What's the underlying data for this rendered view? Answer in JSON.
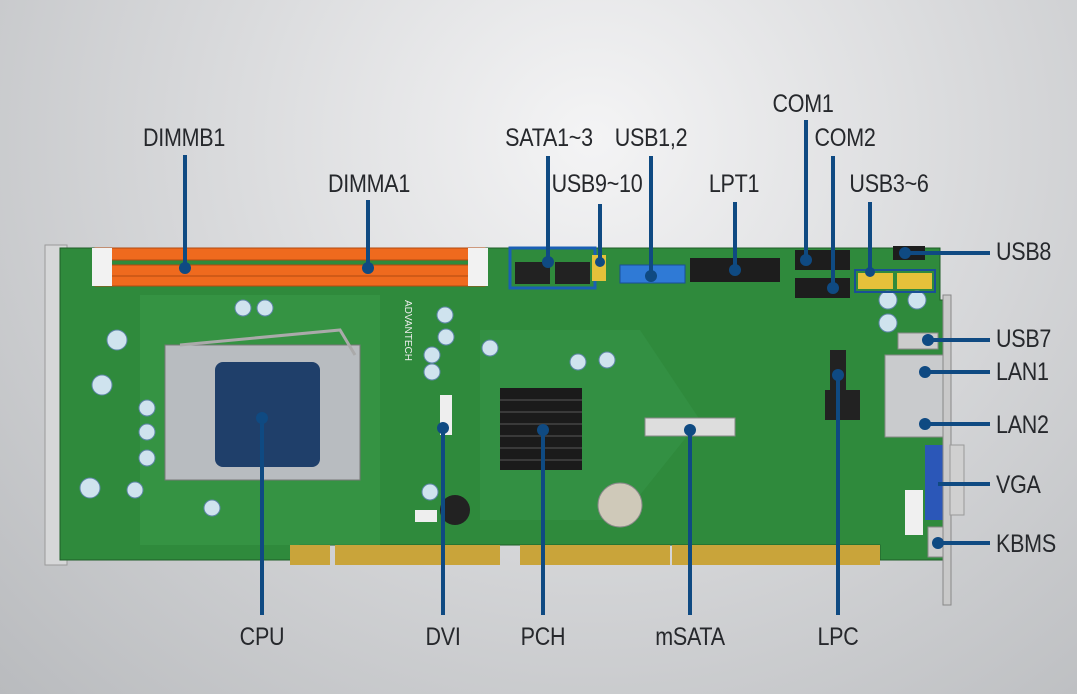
{
  "title": "Motherboard connector layout",
  "board_brand": "ADVANTECH",
  "colors": {
    "callout_line": "#0f4a82",
    "pcb": "#2f8a3c",
    "dimm": "#ef6a1e",
    "gold": "#c9a43a"
  },
  "top_labels": [
    {
      "id": "dimmb1",
      "text": "DIMMB1"
    },
    {
      "id": "dimma1",
      "text": "DIMMA1"
    },
    {
      "id": "sata",
      "text": "SATA1~3"
    },
    {
      "id": "usb12",
      "text": "USB1,2"
    },
    {
      "id": "usb910",
      "text": "USB9~10"
    },
    {
      "id": "lpt1",
      "text": "LPT1"
    },
    {
      "id": "com1",
      "text": "COM1"
    },
    {
      "id": "com2",
      "text": "COM2"
    },
    {
      "id": "usb36",
      "text": "USB3~6"
    }
  ],
  "right_labels": [
    {
      "id": "usb8",
      "text": "USB8"
    },
    {
      "id": "usb7",
      "text": "USB7"
    },
    {
      "id": "lan1",
      "text": "LAN1"
    },
    {
      "id": "lan2",
      "text": "LAN2"
    },
    {
      "id": "vga",
      "text": "VGA"
    },
    {
      "id": "kbms",
      "text": "KBMS"
    }
  ],
  "bottom_labels": [
    {
      "id": "cpu",
      "text": "CPU"
    },
    {
      "id": "dvi",
      "text": "DVI"
    },
    {
      "id": "pch",
      "text": "PCH"
    },
    {
      "id": "msata",
      "text": "mSATA"
    },
    {
      "id": "lpc",
      "text": "LPC"
    }
  ]
}
